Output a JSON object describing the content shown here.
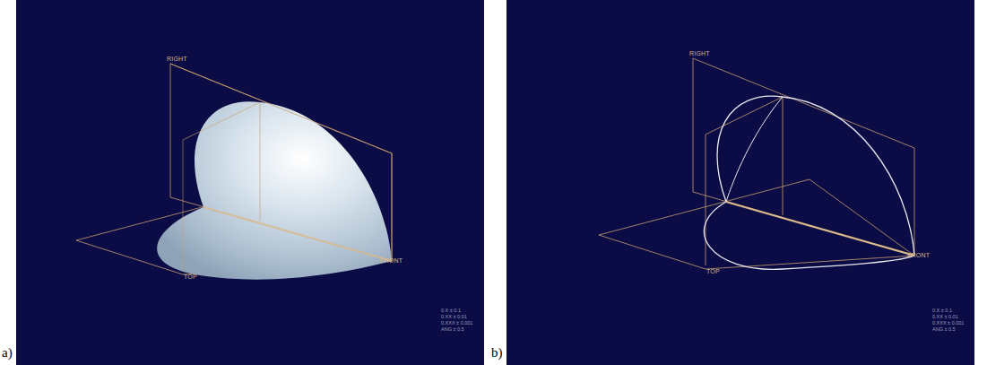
{
  "diagram": {
    "labels": [
      "a)",
      "RIGHT",
      "TOP",
      "FRONT",
      "0.X ± 0.1",
      "0.XX ± 0.01",
      "0.XXX ± 0.001",
      "ANG ± 0.5",
      "b)",
      "RIGHT",
      "TOP",
      "FRONT",
      "0.X ± 0.1",
      "0.XX ± 0.01",
      "0.XXX ± 0.001",
      "ANG ± 0.5"
    ]
  }
}
